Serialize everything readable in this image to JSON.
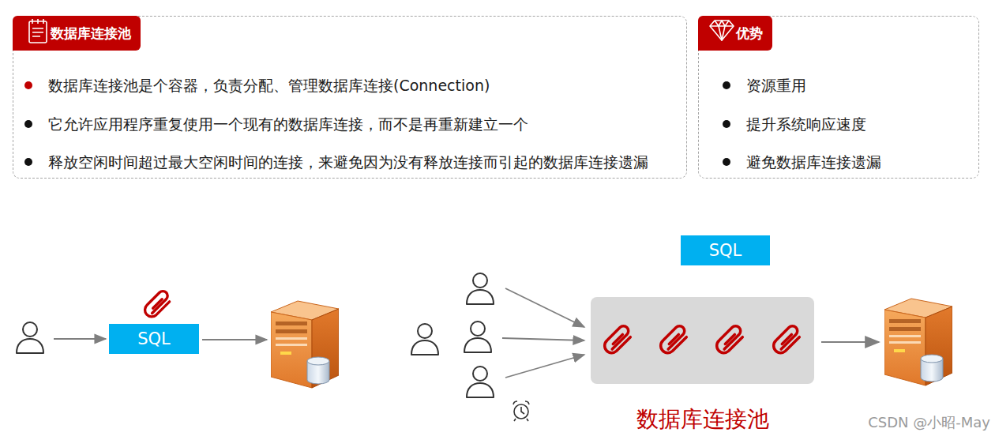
{
  "diagram": {
    "nodes": [
      {
        "text": [
          "数据库连接池",
          "数据库连接池是个容器，负责分配、管理数据库连接(Connection)",
          "它允许应用程序重复使用一个现有的数据库连接，而不是再重新建立一个",
          "释放空闲时间超过最大空闲时间的连接，来避免因为没有释放连接而引起的数据库连接遗漏"
        ]
      },
      {
        "text": [
          "优势",
          "资源重用",
          "提升系统响应速度",
          "避免数据库连接遗漏"
        ]
      },
      {
        "text": [
          "SQL"
        ]
      },
      {
        "text": [
          "SQL"
        ]
      },
      {
        "text": [
          "数据库连接池"
        ]
      }
    ],
    "labels": [
      "CSDN @小昭-May"
    ]
  }
}
